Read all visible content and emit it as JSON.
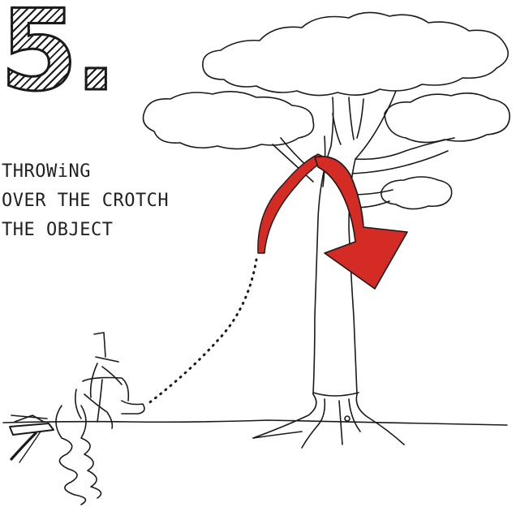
{
  "step": {
    "number": "5."
  },
  "caption": {
    "line1": "THROWiNG",
    "line2": "OVER THE CROTCH",
    "line3": "THE OBJECT"
  },
  "colors": {
    "ink": "#1a1a1a",
    "arrow": "#d42b25"
  },
  "icons": [
    "tree-illustration",
    "climber-figure",
    "throw-arrow",
    "rope-coil",
    "anchor-stake"
  ]
}
